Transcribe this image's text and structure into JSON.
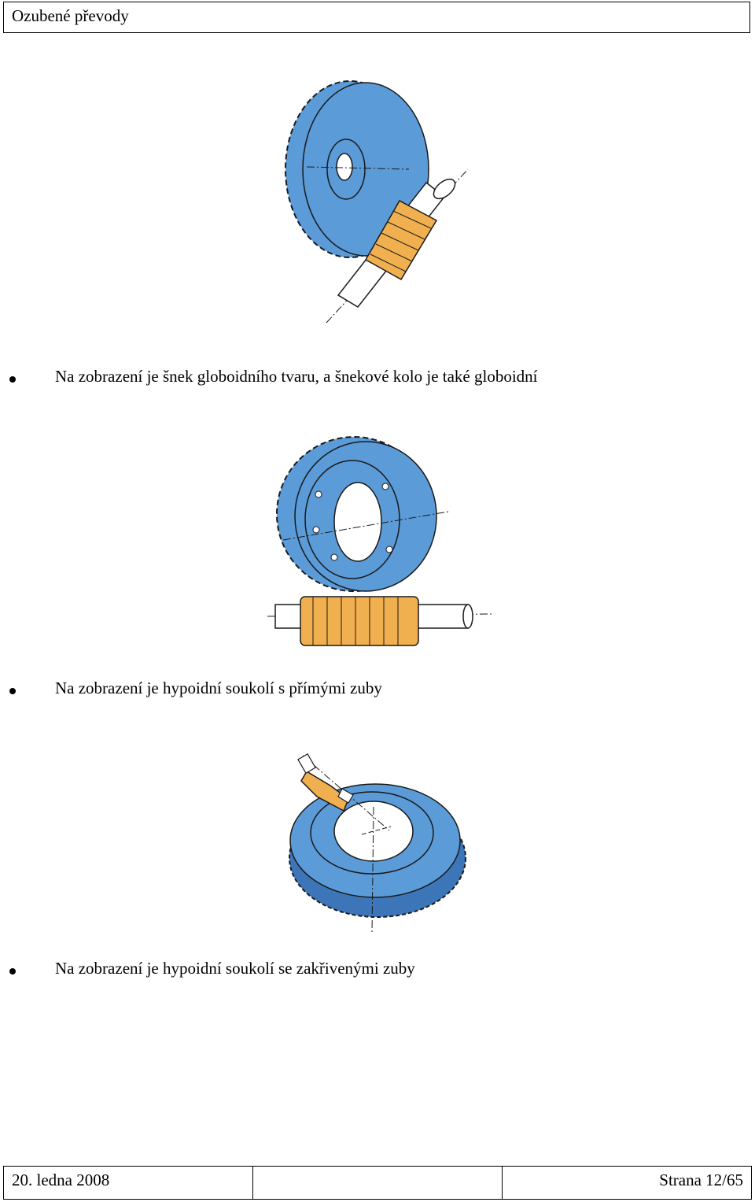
{
  "header": {
    "title": "Ozubené převody"
  },
  "items": [
    {
      "caption": "Na zobrazení je šnek globoidního  tvaru, a šnekové kolo je také globoidní"
    },
    {
      "caption": "Na zobrazení je hypoidní soukolí s přímými zuby"
    },
    {
      "caption": "Na zobrazení je hypoidní soukolí se zakřivenými zuby"
    }
  ],
  "footer": {
    "date": "20. ledna 2008",
    "page": "Strana 12/65"
  },
  "colors": {
    "gear_blue": "#5b9bd8",
    "worm_orange": "#f0b050",
    "line": "#1a1a1a"
  }
}
